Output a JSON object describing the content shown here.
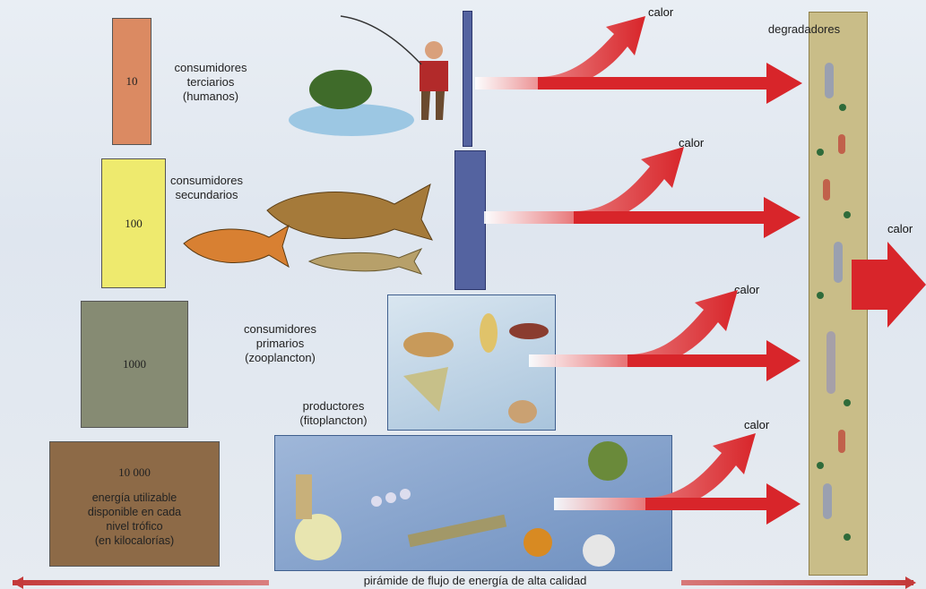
{
  "levels": [
    {
      "value": "10",
      "label": "consumidores\nterciarios\n(humanos)",
      "color": "#db8a62"
    },
    {
      "value": "100",
      "label": "consumidores\nsecundarios",
      "color": "#eeea6e"
    },
    {
      "value": "1000",
      "label": "consumidores\nprimarios\n(zooplancton)",
      "color": "#868b73"
    },
    {
      "value": "10 000",
      "label": "productores\n(fitoplancton)",
      "color": "#8d6a47"
    }
  ],
  "legend_text": "energía utilizable\ndisponible en cada\nnivel trófico\n(en kilocalorías)",
  "heat_label": "calor",
  "decomposers_label": "degradadores",
  "bottom_caption": "pirámide de flujo de energía de alta calidad",
  "icons": [
    "fisherman-figure",
    "fish-icon",
    "zooplankton-icon",
    "phytoplankton-icon",
    "bacteria-icon"
  ],
  "colors": {
    "arrow_red": "#d8252a",
    "bar_blue": "#5463a0",
    "column": "#c9bd88"
  }
}
